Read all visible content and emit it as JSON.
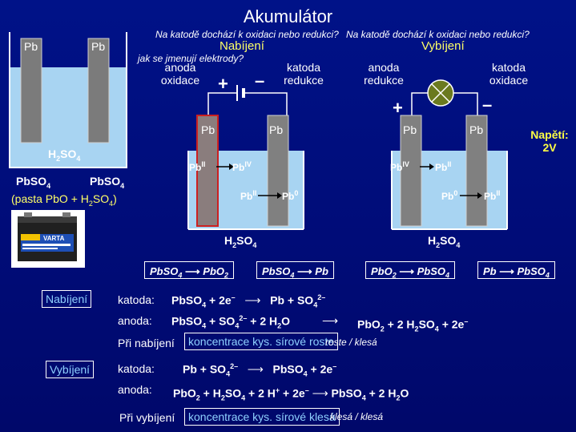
{
  "title": "Akumulátor",
  "question1": "Na katodě dochází k oxidaci nebo redukci?",
  "question2": "Na katodě dochází k oxidaci nebo redukci?",
  "question3": "jak se jmenují elektrody?",
  "left_cell": {
    "electrode1": "Pb",
    "electrode2": "Pb",
    "electrolyte": "H2SO4",
    "pbso4_a": "PbSO4",
    "pbso4_b": "PbSO4",
    "pasta": "(pasta PbO + H2SO4)",
    "battery_brand": "VARTA"
  },
  "charging": {
    "heading": "Nabíjení",
    "anode_label": "anoda",
    "anode_sub": "oxidace",
    "cathode_label": "katoda",
    "cathode_sub": "redukce",
    "plus": "+",
    "minus": "–",
    "electrode1": "Pb",
    "electrode2": "Pb",
    "ion1": "PbII",
    "ion2": "PbIV",
    "ion3": "PbII",
    "ion4": "Pb0",
    "electrolyte": "H2SO4",
    "box1_from": "PbSO4",
    "box1_to": "PbO2",
    "box2_from": "PbSO4",
    "box2_to": "Pb"
  },
  "discharging": {
    "heading": "Vybíjení",
    "anode_label": "anoda",
    "anode_sub": "redukce",
    "cathode_label": "katoda",
    "cathode_sub": "oxidace",
    "plus": "+",
    "minus": "–",
    "electrode1": "Pb",
    "electrode2": "Pb",
    "ion1": "PbIV",
    "ion2": "PbII",
    "ion3": "Pb0",
    "ion4": "PbII",
    "electrolyte": "H2SO4",
    "box1_from": "PbO2",
    "box1_to": "PbSO4",
    "box2_from": "Pb",
    "box2_to": "PbSO4"
  },
  "voltage": {
    "label": "Napětí:",
    "value": "2V"
  },
  "nabijeni_section": {
    "tag": "Nabíjení",
    "katoda_label": "katoda:",
    "anoda_label": "anoda:",
    "note_prefix": "Při nabíjení",
    "note_box": "koncentrace kys. sírové roste",
    "note_suffix": "roste / klesá"
  },
  "vybijeni_section": {
    "tag": "Vybíjení",
    "katoda_label": "katoda:",
    "anoda_label": "anoda:",
    "note_prefix": "Při vybíjení",
    "note_box": "koncentrace kys. sírové klesá",
    "note_suffix": "klesá / klesá"
  },
  "colors": {
    "background": "#000c78",
    "liquid": "#a8d4f2",
    "electrode": "#808080",
    "pbo2_electrode": "#8a7d7d",
    "bulb": "#6b7a1f",
    "heading": "#ffff66",
    "tag_text": "#8fd0ff",
    "anode_outline": "#cc2020"
  }
}
